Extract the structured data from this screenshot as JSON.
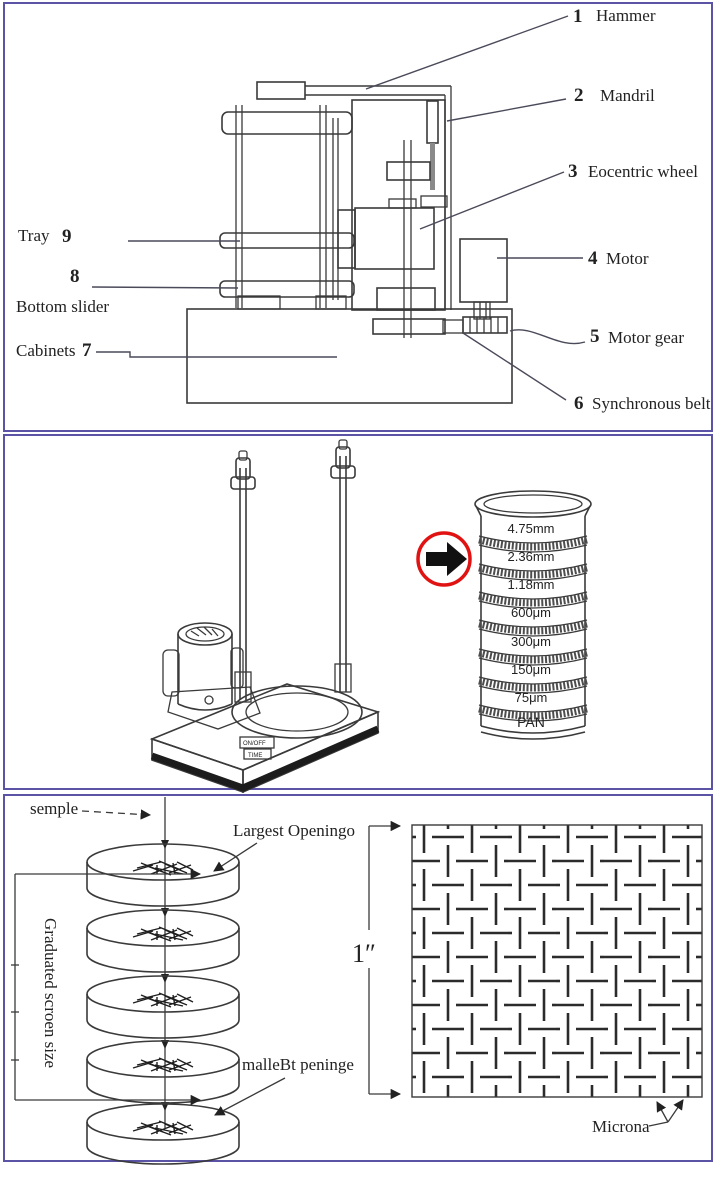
{
  "colors": {
    "panel_border": "#5b53a6",
    "ink": "#3a3a3a",
    "arrow_red": "#e01212",
    "arrow_black": "#111111"
  },
  "panel1": {
    "description": "sieve shaker structure diagram",
    "labels": {
      "hammer": {
        "num": "1",
        "text": "Hammer"
      },
      "mandril": {
        "num": "2",
        "text": "Mandril"
      },
      "eocentric": {
        "num": "3",
        "text": "Eocentric wheel"
      },
      "motor": {
        "num": "4",
        "text": "Motor"
      },
      "motor_gear": {
        "num": "5",
        "text": "Motor gear"
      },
      "sync_belt": {
        "num": "6",
        "text": "Synchronous belt"
      },
      "cabinets": {
        "num": "7",
        "text": "Cabinets"
      },
      "bottom_slider": {
        "num": "8",
        "text": "Bottom slider"
      },
      "tray": {
        "num": "9",
        "text": "Tray"
      }
    }
  },
  "panel2": {
    "description": "sieve shaker and sieve stack",
    "sieve_stack": [
      "4.75mm",
      "2.36mm",
      "1.18mm",
      "600μm",
      "300μm",
      "150μm",
      "75μm",
      "PAN"
    ],
    "plate": {
      "line1": "ON/OFF",
      "line2": "TIME"
    }
  },
  "panel3": {
    "description": "graduated screens and mesh detail",
    "sample": "semple",
    "largest": "Largest Openingo",
    "axis": "Graduated scroen size",
    "smallest": "malleBt peninge",
    "dimension": "1″",
    "micron": "Microna"
  }
}
